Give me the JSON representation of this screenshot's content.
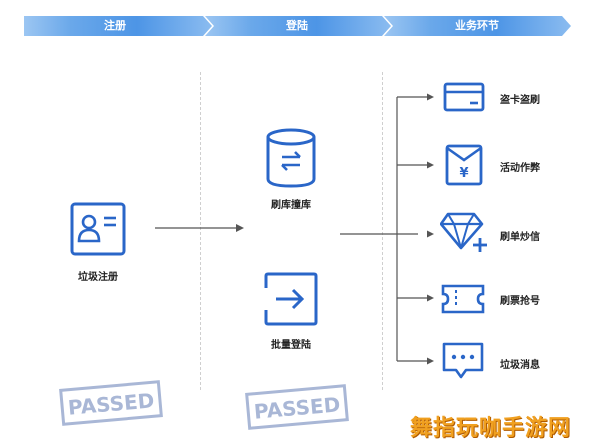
{
  "stages": [
    "注册",
    "登陆",
    "业务环节"
  ],
  "left_node": {
    "label": "垃圾注册",
    "icon": "id-card-icon"
  },
  "middle_nodes": [
    {
      "label": "刷库撞库",
      "icon": "database-exchange-icon"
    },
    {
      "label": "批量登陆",
      "icon": "login-arrow-icon"
    }
  ],
  "business_items": [
    {
      "label": "盗卡盗刷",
      "icon": "credit-card-icon"
    },
    {
      "label": "活动作弊",
      "icon": "red-envelope-icon"
    },
    {
      "label": "刷单炒信",
      "icon": "diamond-plus-icon"
    },
    {
      "label": "刷票抢号",
      "icon": "ticket-icon"
    },
    {
      "label": "垃圾消息",
      "icon": "chat-bubble-icon"
    }
  ],
  "stamps": [
    "PASSED",
    "PASSED"
  ],
  "watermark": "舞指玩咖手游网",
  "colors": {
    "primary": "#2a66c8",
    "bar_light": "#7ab0ec",
    "stamp": "#a9b7d6",
    "line": "#555555"
  }
}
